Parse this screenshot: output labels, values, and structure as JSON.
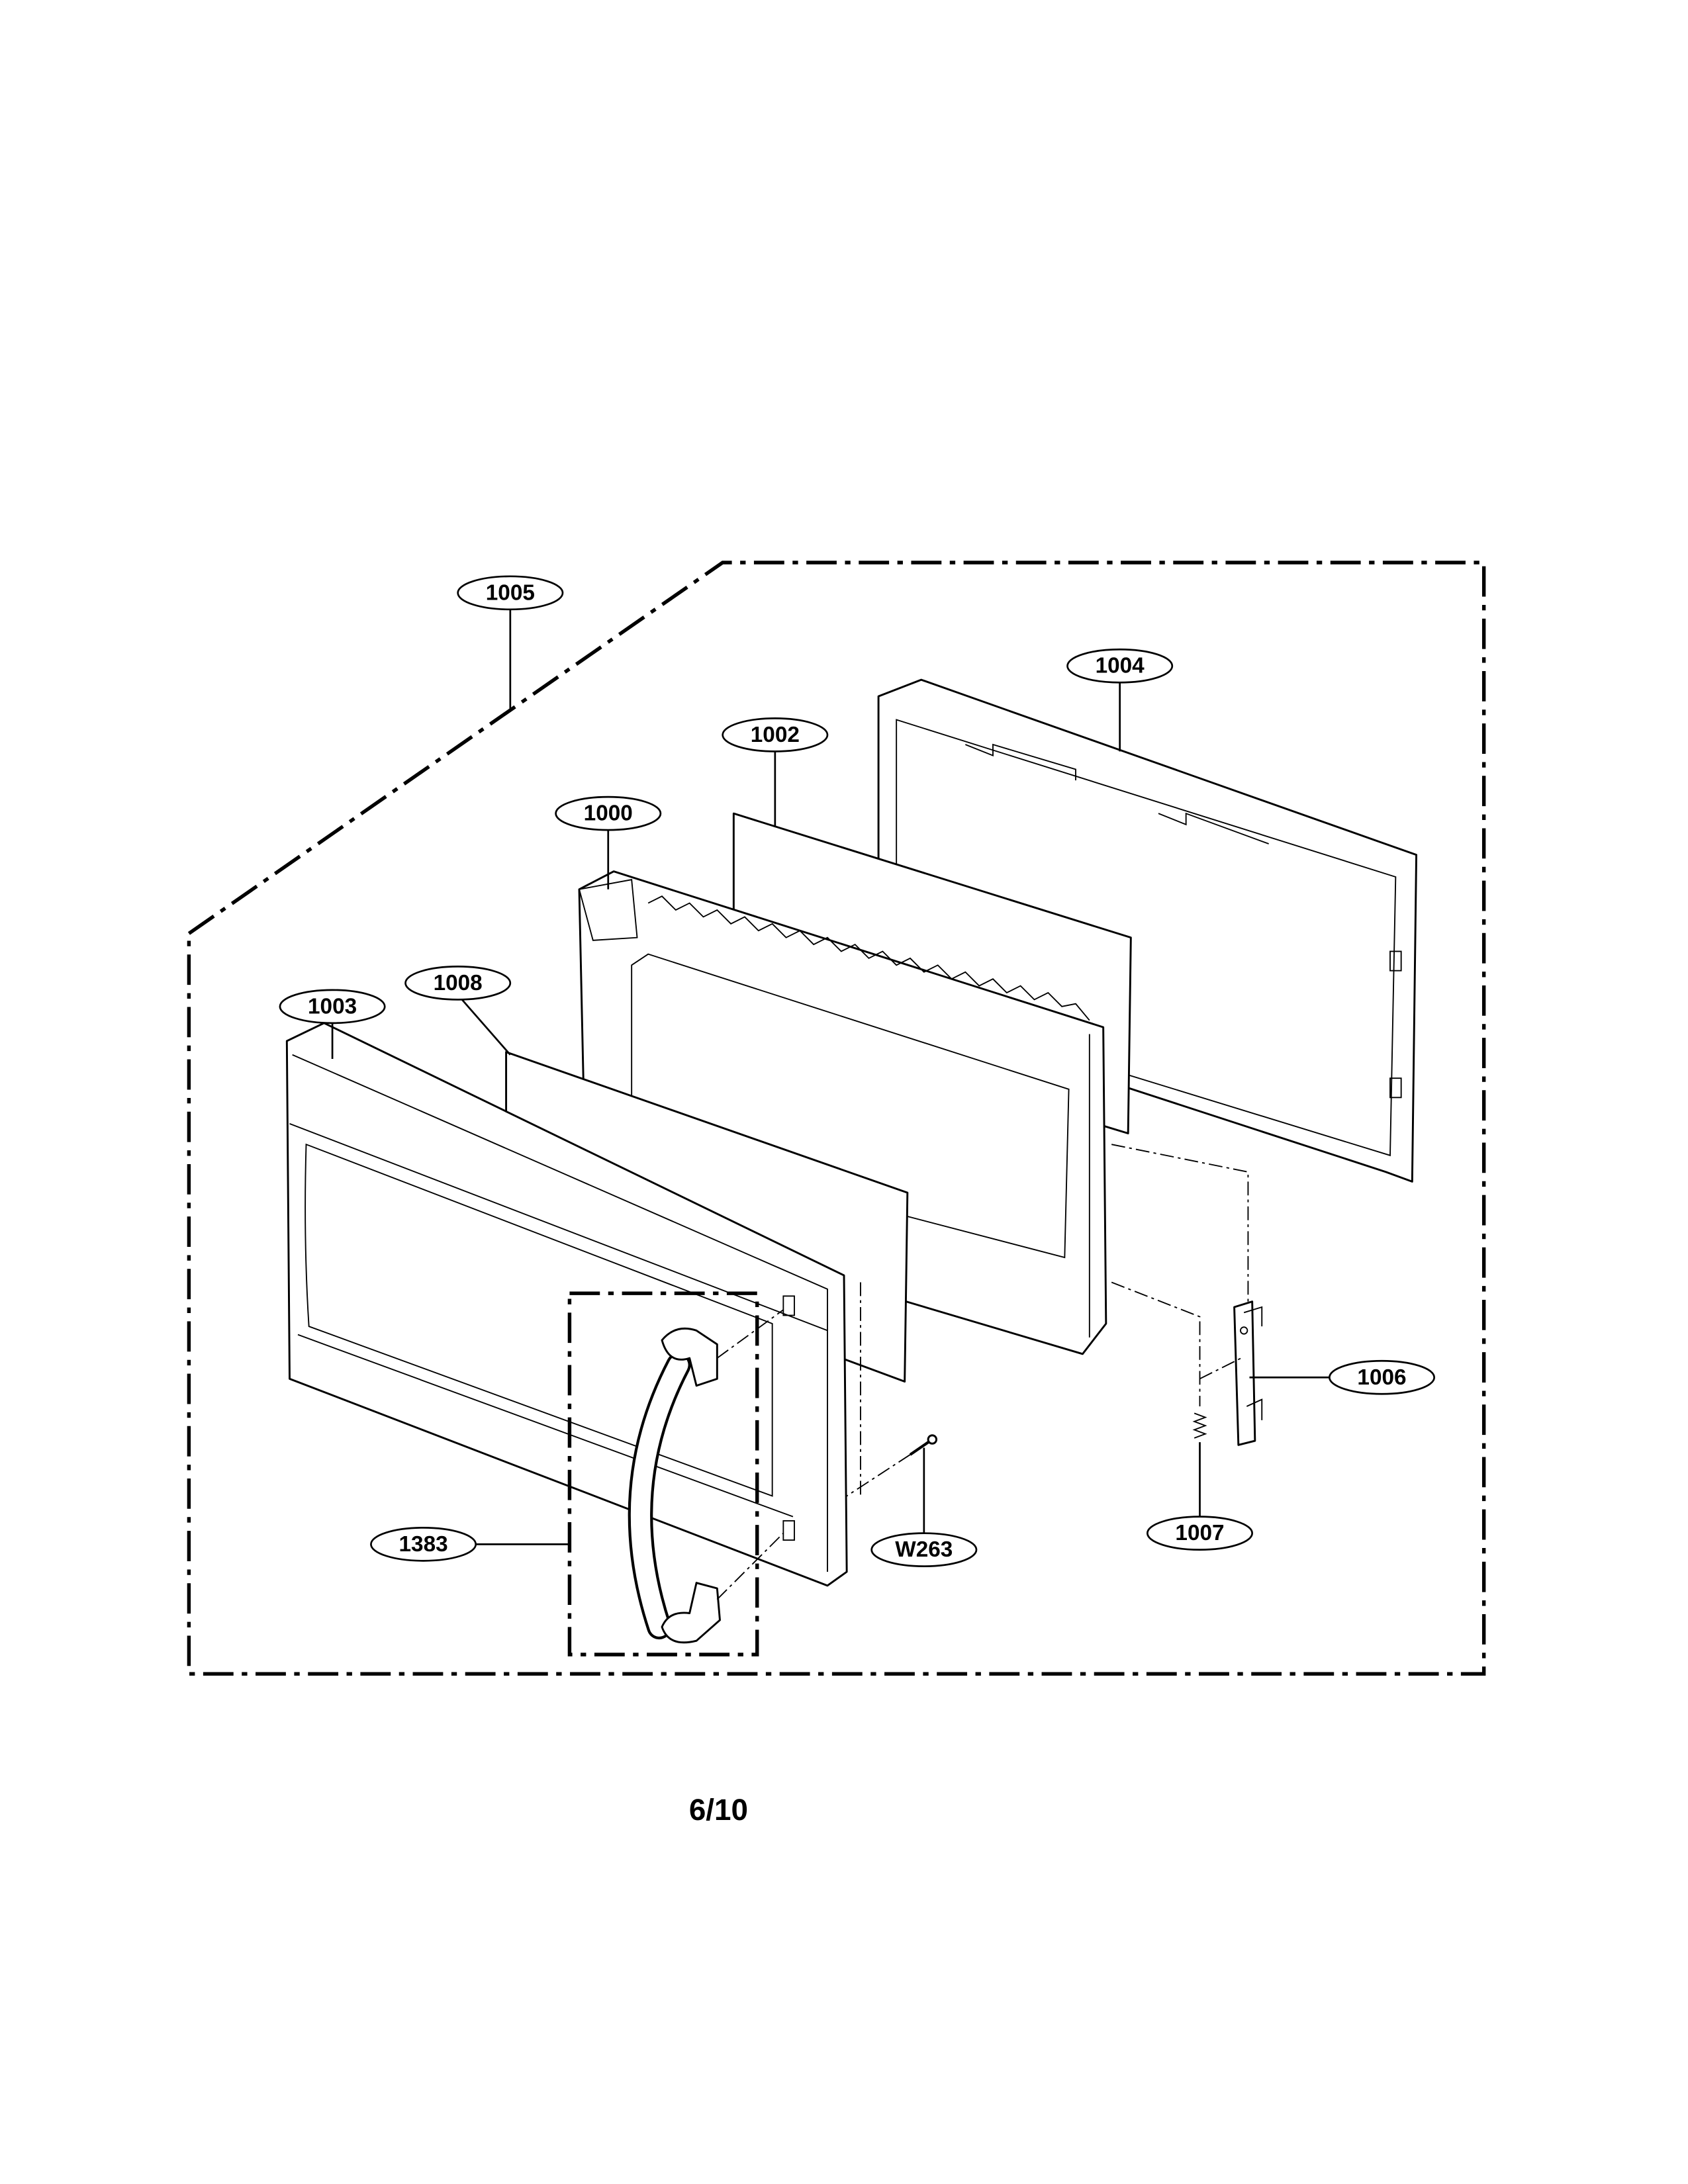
{
  "diagram": {
    "callouts": {
      "c1005": "1005",
      "c1004": "1004",
      "c1002": "1002",
      "c1000": "1000",
      "c1008": "1008",
      "c1003": "1003",
      "c1006": "1006",
      "c1007": "1007",
      "cW263": "W263",
      "c1383": "1383"
    },
    "page_number": "6/10"
  }
}
